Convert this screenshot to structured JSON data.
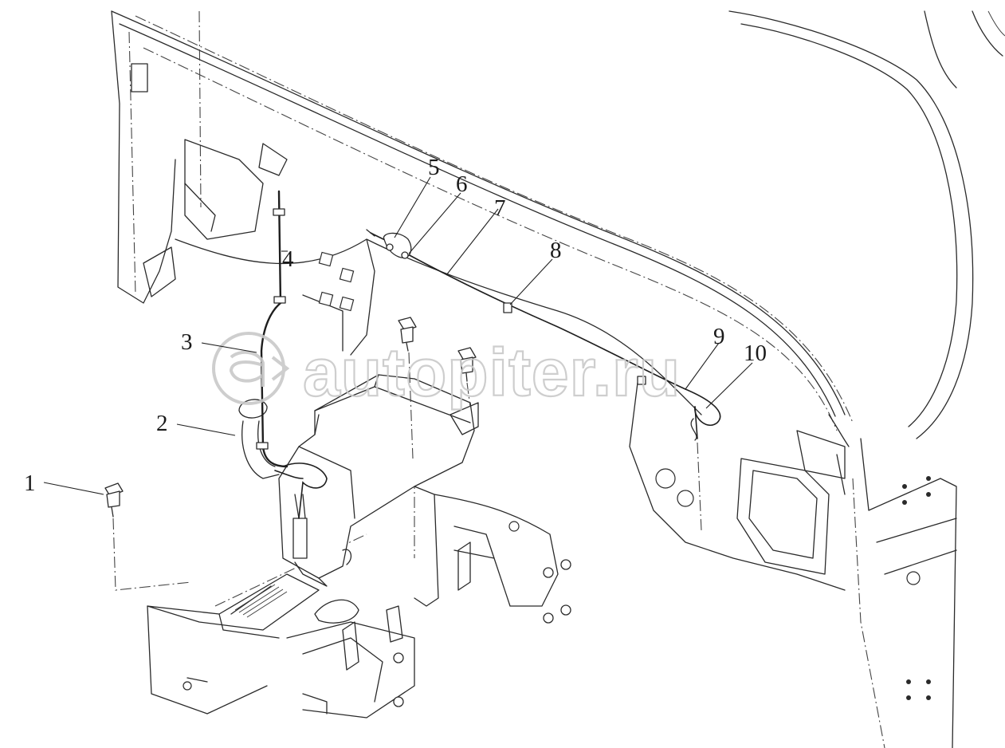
{
  "diagram": {
    "callouts": [
      {
        "id": "1",
        "label": "1"
      },
      {
        "id": "2",
        "label": "2"
      },
      {
        "id": "3",
        "label": "3"
      },
      {
        "id": "4",
        "label": "4"
      },
      {
        "id": "5",
        "label": "5"
      },
      {
        "id": "6",
        "label": "6"
      },
      {
        "id": "7",
        "label": "7"
      },
      {
        "id": "8",
        "label": "8"
      },
      {
        "id": "9",
        "label": "9"
      },
      {
        "id": "10",
        "label": "10"
      }
    ]
  },
  "watermark": {
    "text": "autopiter.ru",
    "logo_icon": "at-arrow-logo"
  }
}
